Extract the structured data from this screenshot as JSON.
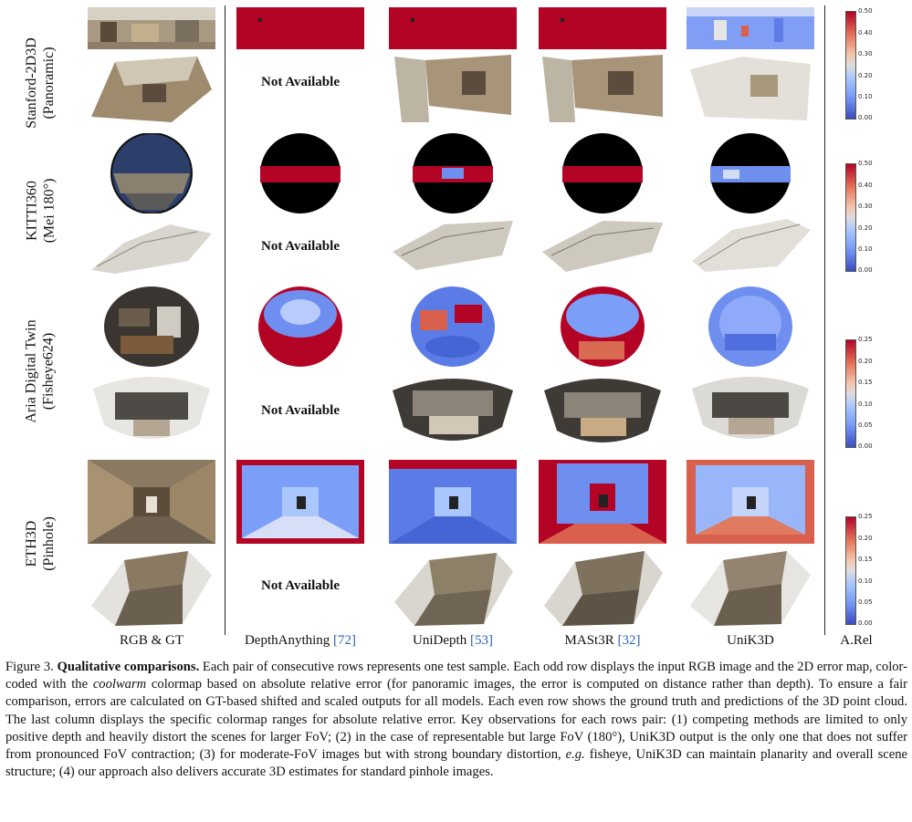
{
  "figure": {
    "row_labels": [
      {
        "line1": "Stanford-2D3D",
        "line2": "(Panoramic)"
      },
      {
        "line1": "KITTI360",
        "line2": "(Mei 180°)"
      },
      {
        "line1": "Aria Digital Twin",
        "line2": "(Fisheye624)"
      },
      {
        "line1": "ETH3D",
        "line2": "(Pinhole)"
      }
    ],
    "column_headers": [
      {
        "text": "RGB & GT",
        "ref": ""
      },
      {
        "text": "DepthAnything ",
        "ref": "[72]"
      },
      {
        "text": "UniDepth ",
        "ref": "[53]"
      },
      {
        "text": "MASt3R ",
        "ref": "[32]"
      },
      {
        "text": "UniK3D",
        "ref": ""
      }
    ],
    "not_available": "Not Available",
    "colorbar_title": "A.Rel",
    "colorbars": [
      {
        "ticks": [
          "0.50",
          "0.40",
          "0.30",
          "0.20",
          "0.10",
          "0.00"
        ]
      },
      {
        "ticks": [
          "0.50",
          "0.40",
          "0.30",
          "0.20",
          "0.10",
          "0.00"
        ]
      },
      {
        "ticks": [
          "0.25",
          "0.20",
          "0.15",
          "0.10",
          "0.05",
          "0.00"
        ]
      },
      {
        "ticks": [
          "0.25",
          "0.20",
          "0.15",
          "0.10",
          "0.05",
          "0.00"
        ]
      }
    ],
    "colors": {
      "error_high": "#b40426",
      "error_low": "#3b4cc0",
      "neutral": "#dddddd",
      "reference_link": "#2a62b8"
    }
  },
  "caption": {
    "label": "Figure 3.",
    "bold_title": "Qualitative comparisons.",
    "part1": " Each pair of consecutive rows represents one test sample. Each odd row displays the input RGB image and the 2D error map, color-coded with the ",
    "italic1": "coolwarm",
    "part2": " colormap based on absolute relative error (for panoramic images, the error is computed on distance rather than depth). To ensure a fair comparison, errors are calculated on GT-based shifted and scaled outputs for all models. Each even row shows the ground truth and predictions of the 3D point cloud. The last column displays the specific colormap ranges for absolute relative error. Key observations for each rows pair: (1) competing methods are limited to only positive depth and heavily distort the scenes for larger FoV; (2) in the case of representable but large FoV (180°), UniK3D output is the only one that does not suffer from pronounced FoV contraction; (3) for moderate-FoV images but with strong boundary distortion, ",
    "italic2": "e.g.",
    "part3": " fisheye, UniK3D can maintain planarity and overall scene structure; (4) our approach also delivers accurate 3D estimates for standard pinhole images."
  }
}
